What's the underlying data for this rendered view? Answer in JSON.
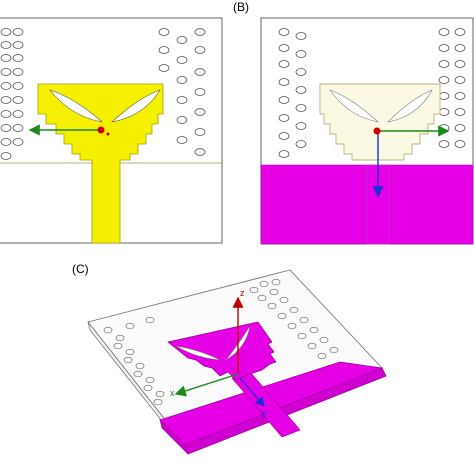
{
  "panels": {
    "a": {
      "label": ""
    },
    "b": {
      "label": "(B)"
    },
    "c": {
      "label": "(C)"
    }
  },
  "axes": {
    "x_label": "x",
    "y_label": "y",
    "z_label": "z",
    "colors": {
      "x": "#1a8a1a",
      "y": "#c00000",
      "z": "#1a2fd6"
    }
  },
  "colors": {
    "background": "#ffffff",
    "substrate_border": "#666666",
    "via_hole": "#555555",
    "patch_front": "#f5ef00",
    "patch_back_outline": "#c9c28a",
    "patch_back_fill": "#fbf8e4",
    "ground_plane": "#e600e6"
  }
}
